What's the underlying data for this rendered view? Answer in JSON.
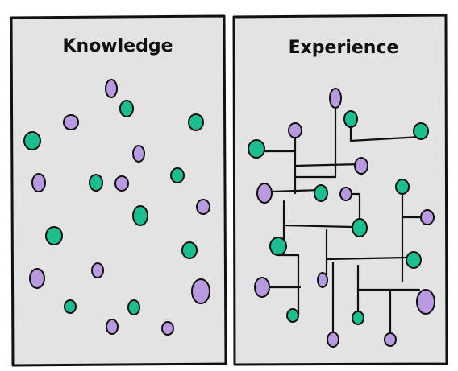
{
  "panels": [
    {
      "id": "knowledge",
      "title": "Knowledge",
      "dots": [
        {
          "color": "purple"
        },
        {
          "color": "teal"
        },
        {
          "color": "purple"
        },
        {
          "color": "teal"
        },
        {
          "color": "teal"
        },
        {
          "color": "purple"
        },
        {
          "color": "purple"
        },
        {
          "color": "teal"
        },
        {
          "color": "purple"
        },
        {
          "color": "teal"
        },
        {
          "color": "purple"
        },
        {
          "color": "teal"
        },
        {
          "color": "teal"
        },
        {
          "color": "teal"
        },
        {
          "color": "purple"
        },
        {
          "color": "purple"
        },
        {
          "color": "purple"
        },
        {
          "color": "teal"
        },
        {
          "color": "teal"
        },
        {
          "color": "purple"
        },
        {
          "color": "purple"
        },
        {
          "color": "teal"
        }
      ]
    },
    {
      "id": "experience",
      "title": "Experience",
      "dots": [
        {
          "color": "purple"
        },
        {
          "color": "teal"
        },
        {
          "color": "purple"
        },
        {
          "color": "teal"
        },
        {
          "color": "teal"
        },
        {
          "color": "purple"
        },
        {
          "color": "purple"
        },
        {
          "color": "teal"
        },
        {
          "color": "purple"
        },
        {
          "color": "teal"
        },
        {
          "color": "purple"
        },
        {
          "color": "teal"
        },
        {
          "color": "teal"
        },
        {
          "color": "teal"
        },
        {
          "color": "purple"
        },
        {
          "color": "purple"
        },
        {
          "color": "purple"
        },
        {
          "color": "teal"
        },
        {
          "color": "teal"
        },
        {
          "color": "purple"
        },
        {
          "color": "purple"
        },
        {
          "color": "teal"
        },
        {
          "color": "teal"
        },
        {
          "color": "teal"
        }
      ]
    }
  ],
  "colors": {
    "panel_fill": "#e3e3e3",
    "outline": "#111111",
    "teal": "#1bbf8f",
    "purple": "#b99ae0",
    "line": "#111111"
  }
}
